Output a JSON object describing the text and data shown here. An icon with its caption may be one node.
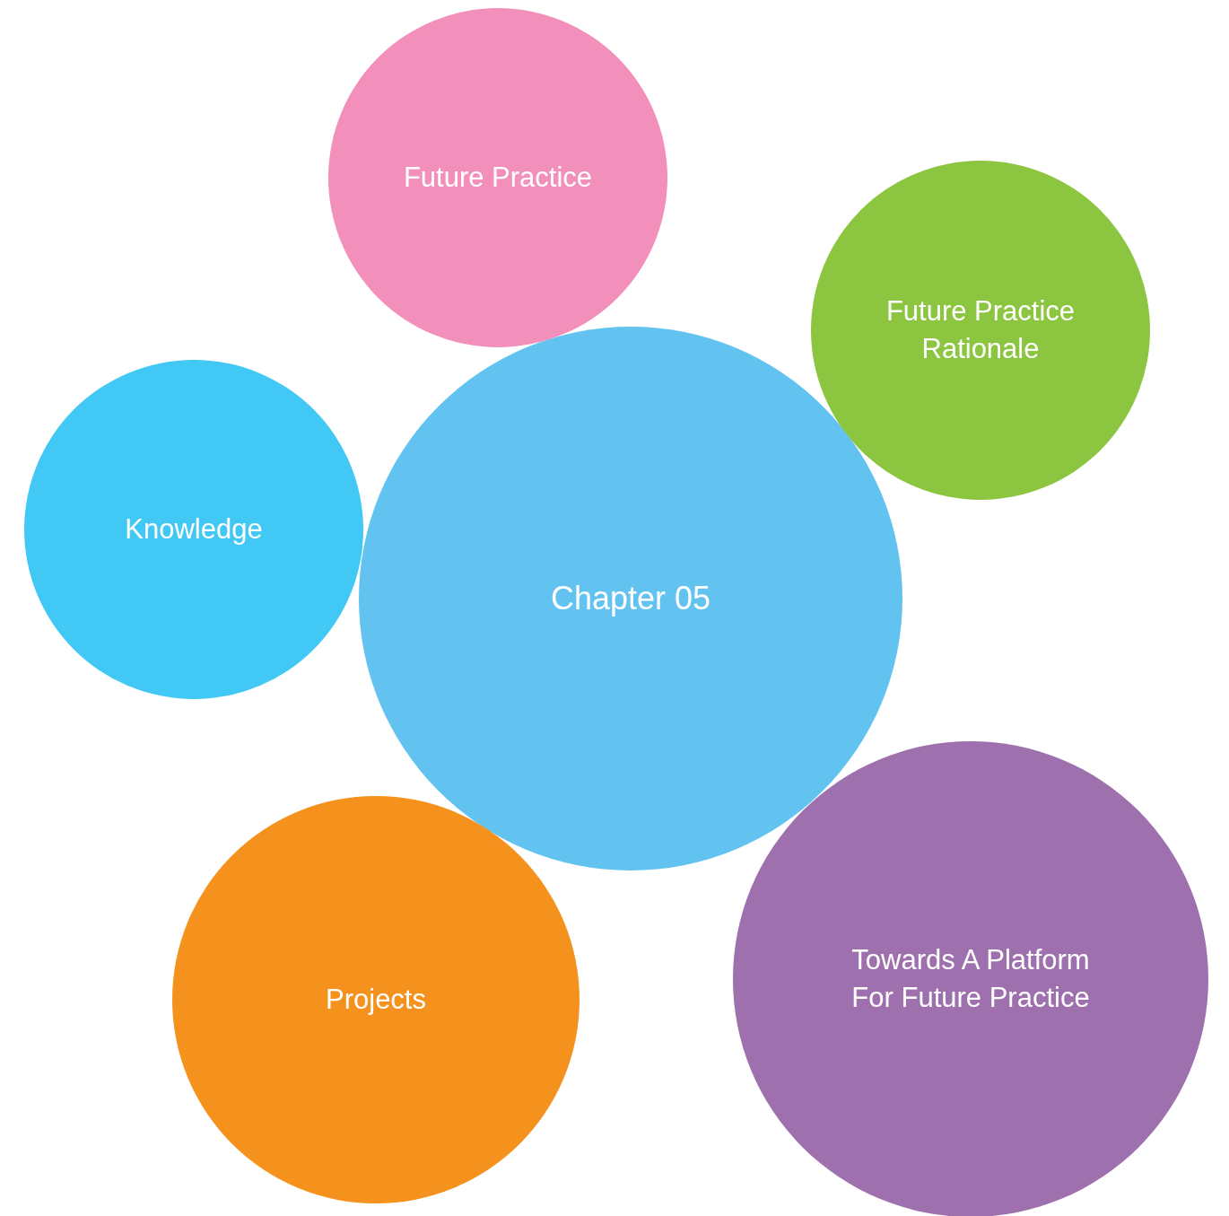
{
  "diagram": {
    "nodes": [
      {
        "text": [
          "Future Practice"
        ]
      },
      {
        "text": [
          "Future Practice Rationale"
        ]
      },
      {
        "text": [
          "Knowledge"
        ]
      },
      {
        "text": [
          "Chapter 05"
        ]
      },
      {
        "text": [
          "Projects"
        ]
      },
      {
        "text": [
          "Towards A Platform For Future Practice"
        ]
      }
    ]
  }
}
